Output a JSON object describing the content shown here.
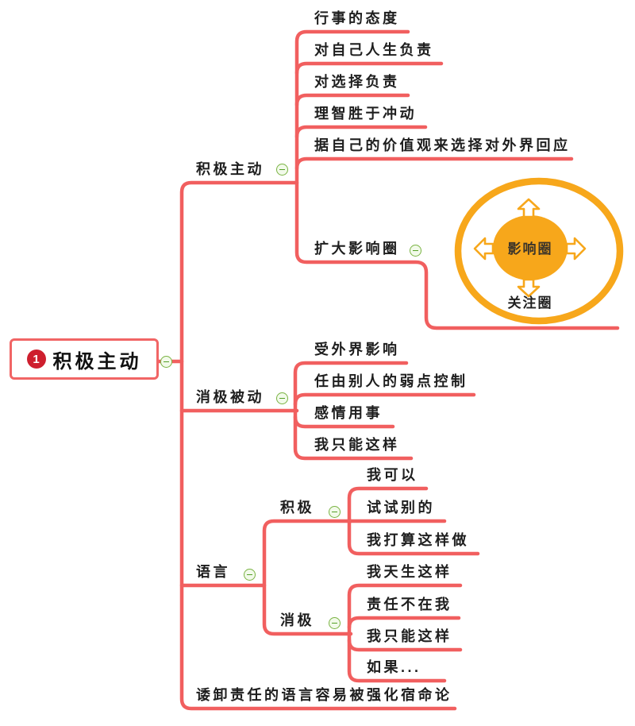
{
  "mindmap": {
    "root": {
      "badge": "1",
      "label": "积极主动"
    },
    "branches": [
      {
        "label": "积极主动",
        "children": [
          "行事的态度",
          "对自己人生负责",
          "对选择负责",
          "理智胜于冲动",
          "据自己的价值观来选择对外界回应"
        ],
        "subtopic": {
          "label": "扩大影响圈",
          "diagram": {
            "inner_label": "影响圈",
            "outer_label": "关注圈"
          }
        }
      },
      {
        "label": "消极被动",
        "children": [
          "受外界影响",
          "任由别人的弱点控制",
          "感情用事",
          "我只能这样"
        ]
      },
      {
        "label": "语言",
        "groups": [
          {
            "label": "积极",
            "children": [
              "我可以",
              "试试别的",
              "我打算这样做"
            ]
          },
          {
            "label": "消极",
            "children": [
              "我天生这样",
              "责任不在我",
              "我只能这样",
              "如果..."
            ]
          }
        ]
      },
      {
        "label": "诿卸责任的语言容易被强化宿命论"
      }
    ],
    "style": {
      "branch_color": "#F15F5F",
      "badge_color": "#CE1F2E",
      "collapse_green": "#7AB343",
      "diagram_orange": "#F7A71B"
    }
  }
}
